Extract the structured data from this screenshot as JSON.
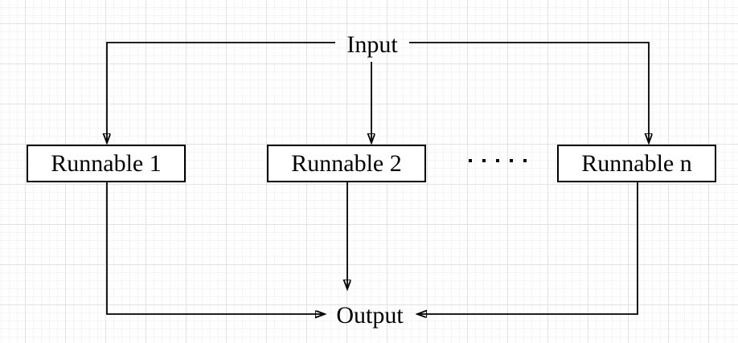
{
  "diagram": {
    "type": "flowchart",
    "input_label": "Input",
    "output_label": "Output",
    "nodes": [
      {
        "label": "Runnable 1"
      },
      {
        "label": "Runnable 2"
      },
      {
        "label": "Runnable n"
      }
    ],
    "ellipsis_dot_count": 5,
    "edges": [
      {
        "from": "Input",
        "to": "Runnable 1"
      },
      {
        "from": "Input",
        "to": "Runnable 2"
      },
      {
        "from": "Input",
        "to": "Runnable n"
      },
      {
        "from": "Runnable 1",
        "to": "Output"
      },
      {
        "from": "Runnable 2",
        "to": "Output"
      },
      {
        "from": "Runnable n",
        "to": "Output"
      }
    ],
    "colors": {
      "line": "#000000",
      "node_fill": "#ffffff",
      "node_border": "#000000",
      "canvas_background": "#ffffff",
      "grid_minor": "#f5f5f5",
      "grid_major": "#e2e2e2"
    }
  }
}
